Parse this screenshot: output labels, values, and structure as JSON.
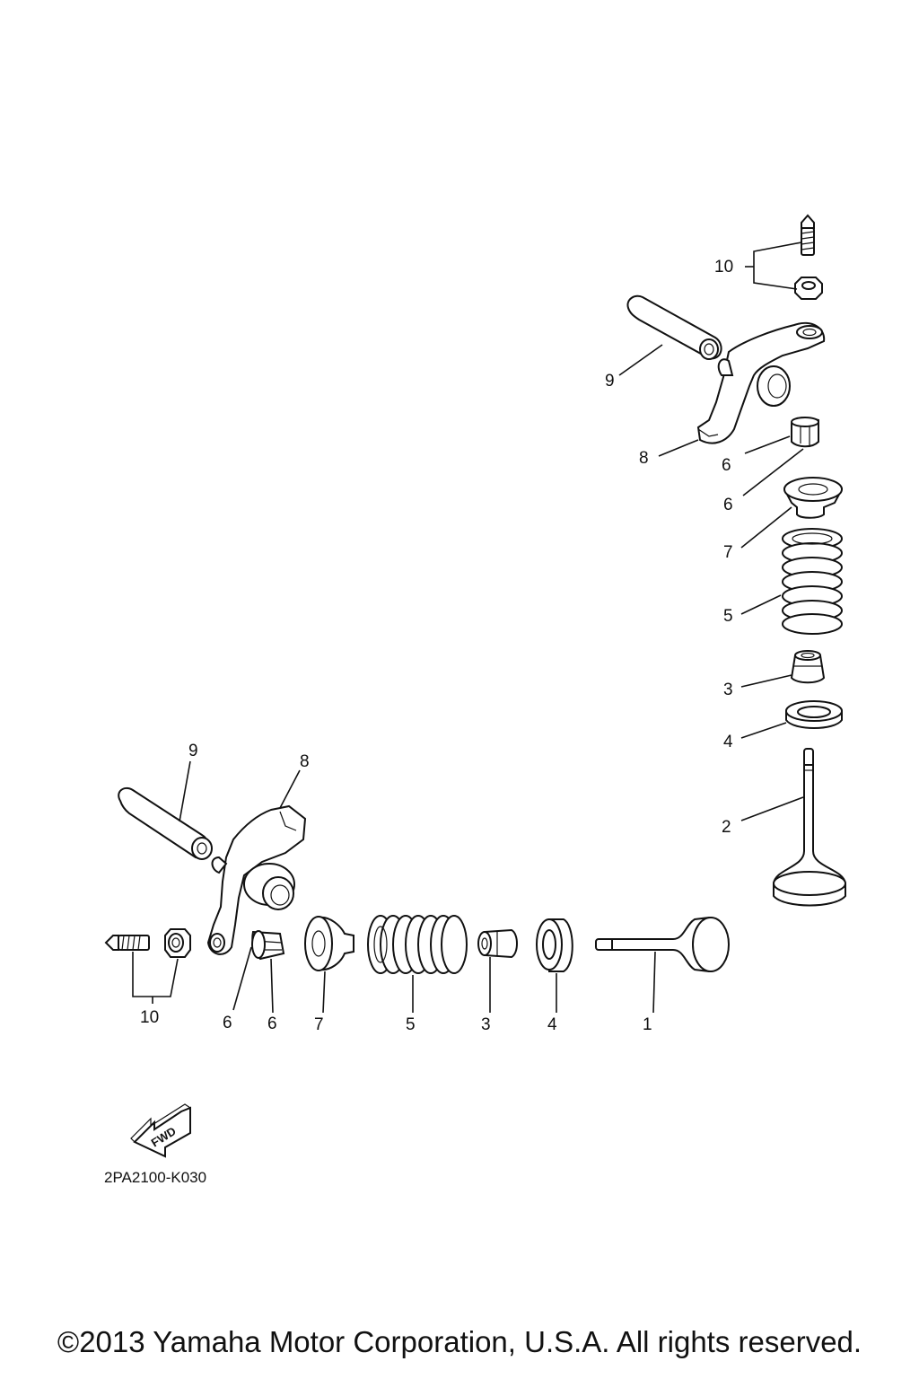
{
  "right_assembly": {
    "labels": [
      "10",
      "9",
      "8",
      "6",
      "6",
      "7",
      "5",
      "3",
      "4",
      "2"
    ]
  },
  "bottom_assembly": {
    "labels": [
      "9",
      "8",
      "10",
      "6",
      "6",
      "7",
      "5",
      "3",
      "4",
      "1"
    ]
  },
  "direction_arrow": {
    "text": "FWD",
    "icon": "fwd-arrow-icon"
  },
  "diagram_code": "2PA2100-K030",
  "copyright": "©2013 Yamaha Motor Corporation, U.S.A. All rights reserved."
}
